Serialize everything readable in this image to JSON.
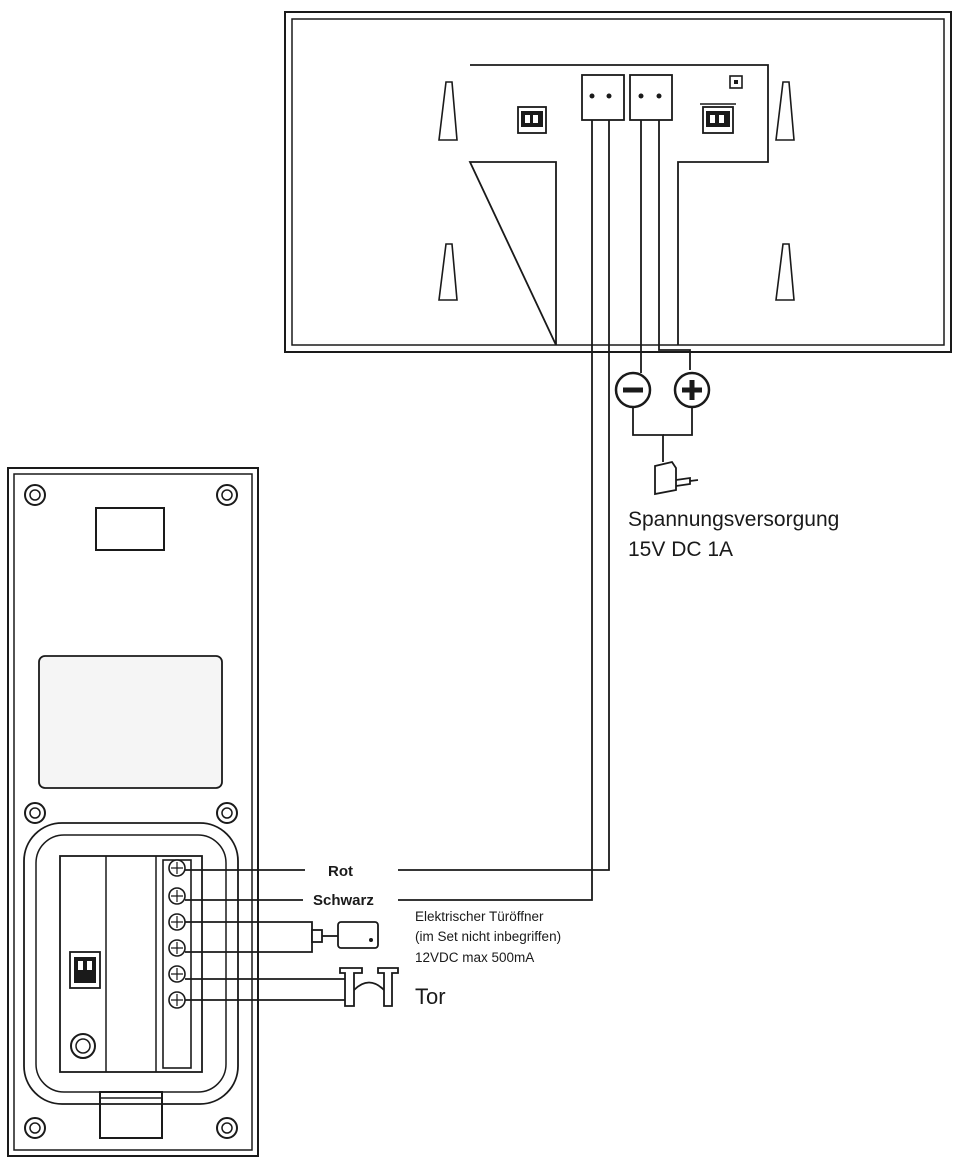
{
  "monitor": {
    "power_supply_label": "Spannungsversorgung",
    "power_supply_rating": "15V DC 1A",
    "minus_symbol": "−",
    "plus_symbol": "+"
  },
  "outdoor_station": {
    "wire_red_label": "Rot",
    "wire_black_label": "Schwarz",
    "door_opener_title": "Elektrischer Türöffner",
    "door_opener_note": "(im Set nicht inbegriffen)",
    "door_opener_rating": "12VDC max 500mA",
    "gate_label": "Tor"
  },
  "icons": [
    "minus-terminal-icon",
    "plus-terminal-icon",
    "power-adapter-icon",
    "door-opener-icon",
    "gate-icon",
    "screw-icon",
    "dip-switch-icon"
  ],
  "colors": {
    "line": "#1a1a1a",
    "panel_fill": "#ffffff",
    "screen_fill": "#f3f3f3"
  }
}
